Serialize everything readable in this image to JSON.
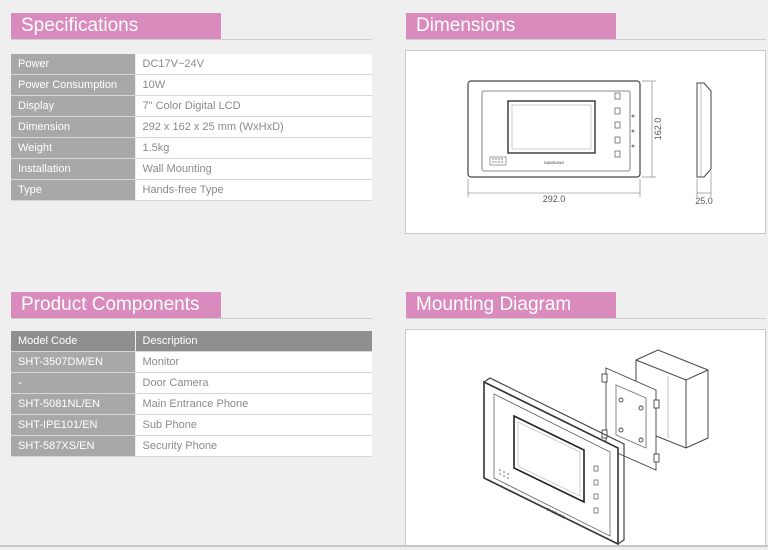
{
  "specifications": {
    "title": "Specifications",
    "rows": [
      {
        "label": "Power",
        "value": "DC17V~24V"
      },
      {
        "label": "Power Consumption",
        "value": "10W"
      },
      {
        "label": "Display",
        "value": "7\" Color Digital LCD"
      },
      {
        "label": "Dimension",
        "value": "292 x 162 x 25 mm (WxHxD)"
      },
      {
        "label": "Weight",
        "value": "1.5kg"
      },
      {
        "label": "Installation",
        "value": "Wall Mounting"
      },
      {
        "label": "Type",
        "value": "Hands-free Type"
      }
    ]
  },
  "dimensions": {
    "title": "Dimensions",
    "width_label": "292.0",
    "height_label": "162.0",
    "depth_label": "25.0",
    "brand_label": "SAMSUNG"
  },
  "components": {
    "title": "Product Components",
    "headers": [
      "Model Code",
      "Description"
    ],
    "rows": [
      {
        "code": "SHT-3507DM/EN",
        "description": "Monitor"
      },
      {
        "code": "-",
        "description": "Door Camera"
      },
      {
        "code": "SHT-5081NL/EN",
        "description": "Main Entrance Phone"
      },
      {
        "code": "SHT-IPE101/EN",
        "description": "Sub Phone"
      },
      {
        "code": "SHT-587XS/EN",
        "description": "Security Phone"
      }
    ]
  },
  "mounting": {
    "title": "Mounting Diagram",
    "brand_label": "SAMSUNG"
  }
}
